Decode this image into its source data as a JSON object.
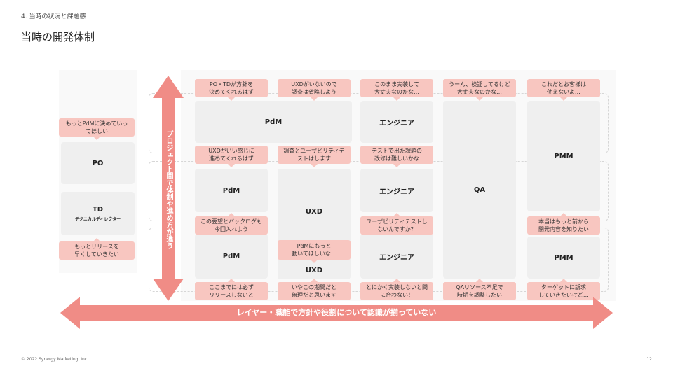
{
  "header": {
    "breadcrumb": "4. 当時の状況と課題感",
    "title": "当時の開発体制"
  },
  "footer": {
    "copyright": "© 2022 Synergy Marketing, Inc.",
    "page_number": "12"
  },
  "arrows": {
    "vertical_label": "プロジェクト間で体制や進め方が違う",
    "horizontal_label": "レイヤー・職能で方針や役割について認識が揃っていない",
    "color": "#f08c86"
  },
  "left_column": {
    "po_bubble": "もっとPdMに決めていっ\nてほしい",
    "po_label": "PO",
    "td_label": "TD",
    "td_sub": "テクニカルディレクター",
    "td_bubble": "もっとリリースを\n早くしていきたい"
  },
  "columns": {
    "pdm1_label": "PdM",
    "pdm2_label": "PdM",
    "pdm3_label": "PdM",
    "uxd_label": "UXD",
    "uxd2_label": "UXD",
    "eng1_label": "エンジニア",
    "eng2_label": "エンジニア",
    "eng3_label": "エンジニア",
    "qa_label": "QA",
    "pmm1_label": "PMM",
    "pmm2_label": "PMM"
  },
  "bubbles": {
    "b_pdm_top": "PO・TDが方針を\n決めてくれるはず",
    "b_uxd_top": "UXDがいないので\n調査は省略しよう",
    "b_eng_top": "このまま実装して\n大丈夫なのかな…",
    "b_qa_top": "うーん、検証してるけど\n大丈夫なのかな…",
    "b_pmm_top": "これだとお客様は\n使えないよ…",
    "b_pdm_mid": "UXDがいい感じに\n進めてくれるはず",
    "b_uxd_mid": "調査とユーザビリティテ\nストはします",
    "b_eng_mid": "テストで出た課題の\n改修は難しいかな",
    "b_pdm_low": "この要望とバックログも\n今回入れよう",
    "b_eng_low": "ユーザビリティテストし\nないんですか？",
    "b_pmm_low": "本当はもっと前から\n開発内容を知りたい",
    "b_uxd_low": "PdMにもっと\n動いてほしいな…",
    "b_pdm_bot": "ここまでには必ず\nリリースしないと",
    "b_uxd_bot": "いやこの期間だと\n無理だと思います",
    "b_eng_bot": "とにかく実装しないと間\nに合わない！",
    "b_qa_bot": "QAリソース不足で\n時期を調整したい",
    "b_pmm_bot": "ターゲットに訴求\nしていきたいけど…"
  }
}
